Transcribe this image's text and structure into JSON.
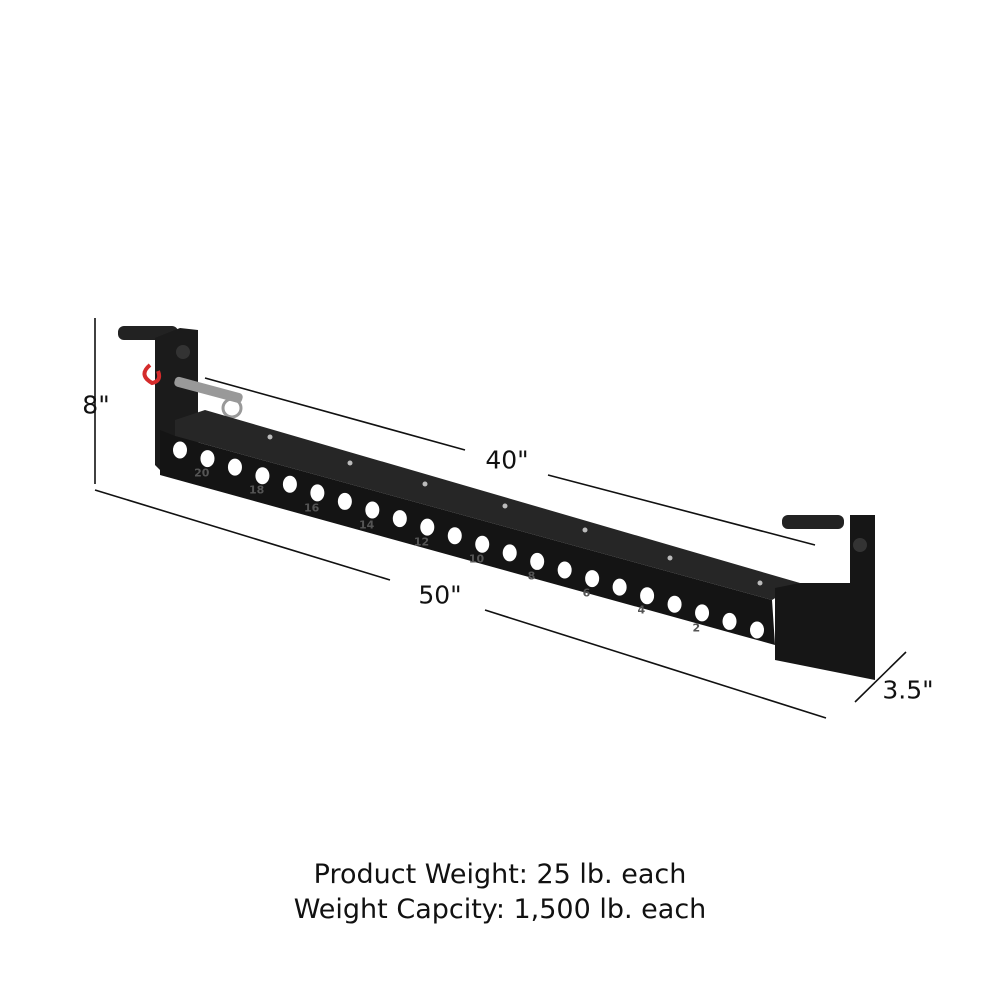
{
  "dimensions": {
    "height": "8\"",
    "inner_length": "40\"",
    "overall_length": "50\"",
    "depth": "3.5\""
  },
  "hole_numbers": [
    "20",
    "18",
    "16",
    "14",
    "12",
    "10",
    "8",
    "6",
    "4",
    "2"
  ],
  "specs": {
    "product_weight": "Product Weight: 25 lb. each",
    "weight_capacity": "Weight Capcity: 1,500 lb. each"
  },
  "colors": {
    "product": "#1c1c1c",
    "pin_ring": "#d42b2b",
    "dimension_line": "#111111"
  }
}
